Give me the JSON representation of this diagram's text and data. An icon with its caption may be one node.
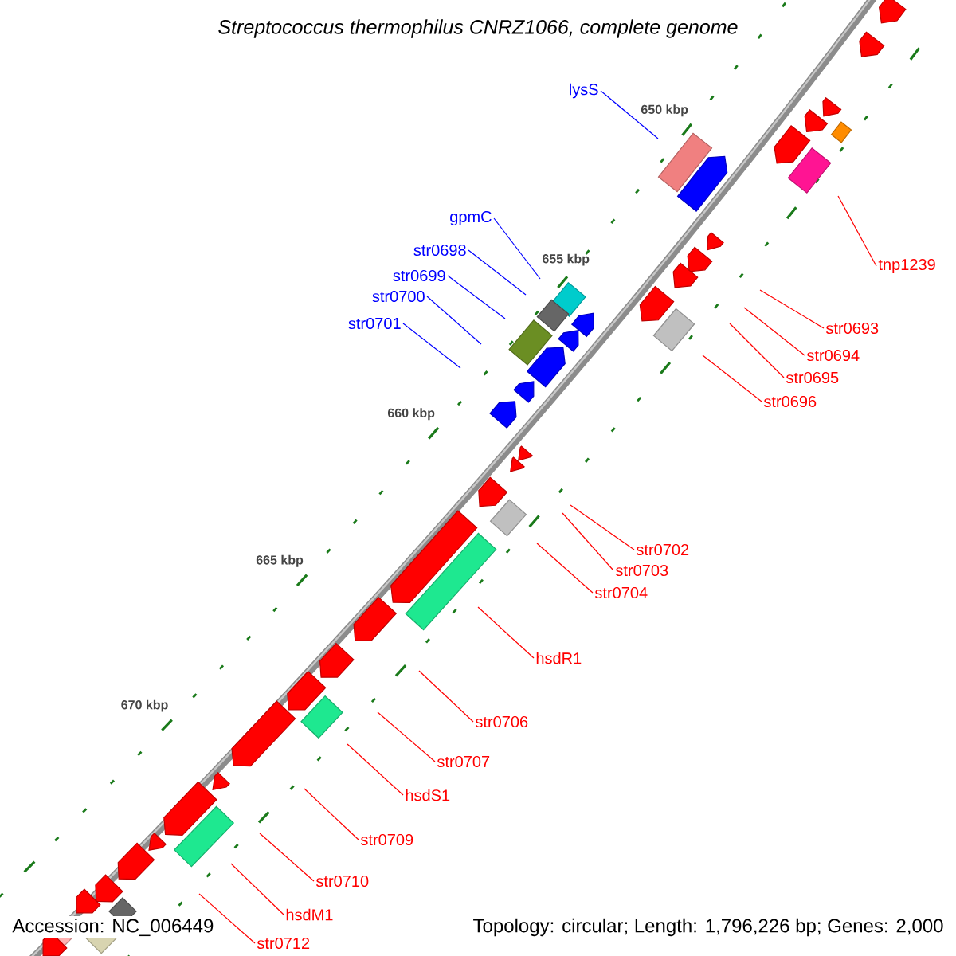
{
  "diagram": {
    "title": "Streptococcus thermophilus CNRZ1066, complete genome",
    "nodes": [
      {
        "text": [
          "lysS"
        ]
      },
      {
        "text": [
          "gpmC"
        ]
      },
      {
        "text": [
          "str0698"
        ]
      },
      {
        "text": [
          "str0699"
        ]
      },
      {
        "text": [
          "str0700"
        ]
      },
      {
        "text": [
          "str0701"
        ]
      },
      {
        "text": [
          "tnp1239"
        ]
      },
      {
        "text": [
          "str0693"
        ]
      },
      {
        "text": [
          "str0694"
        ]
      },
      {
        "text": [
          "str0695"
        ]
      },
      {
        "text": [
          "str0696"
        ]
      },
      {
        "text": [
          "str0702"
        ]
      },
      {
        "text": [
          "str0703"
        ]
      },
      {
        "text": [
          "str0704"
        ]
      },
      {
        "text": [
          "hsdR1"
        ]
      },
      {
        "text": [
          "str0706"
        ]
      },
      {
        "text": [
          "str0707"
        ]
      },
      {
        "text": [
          "hsdS1"
        ]
      },
      {
        "text": [
          "str0709"
        ]
      },
      {
        "text": [
          "str0710"
        ]
      },
      {
        "text": [
          "hsdM1"
        ]
      },
      {
        "text": [
          "str0712"
        ]
      }
    ],
    "edges": [
      {
        "from": 0,
        "to": null,
        "arrow": "none",
        "color": "#0000ff"
      },
      {
        "from": 1,
        "to": null,
        "arrow": "none",
        "color": "#0000ff"
      },
      {
        "from": 2,
        "to": null,
        "arrow": "none",
        "color": "#0000ff"
      },
      {
        "from": 3,
        "to": null,
        "arrow": "none",
        "color": "#0000ff"
      },
      {
        "from": 4,
        "to": null,
        "arrow": "none",
        "color": "#0000ff"
      },
      {
        "from": 5,
        "to": null,
        "arrow": "none",
        "color": "#0000ff"
      },
      {
        "from": 6,
        "to": null,
        "arrow": "none"
      },
      {
        "from": 7,
        "to": null,
        "arrow": "none"
      },
      {
        "from": 8,
        "to": null,
        "arrow": "none"
      },
      {
        "from": 9,
        "to": null,
        "arrow": "none"
      },
      {
        "from": 10,
        "to": null,
        "arrow": "none"
      },
      {
        "from": 11,
        "to": null,
        "arrow": "none"
      },
      {
        "from": 12,
        "to": null,
        "arrow": "none"
      },
      {
        "from": 13,
        "to": null,
        "arrow": "none"
      },
      {
        "from": 14,
        "to": null,
        "arrow": "none"
      },
      {
        "from": 15,
        "to": null,
        "arrow": "none"
      },
      {
        "from": 16,
        "to": null,
        "arrow": "none"
      },
      {
        "from": 17,
        "to": null,
        "arrow": "none"
      },
      {
        "from": 18,
        "to": null,
        "arrow": "none"
      },
      {
        "from": 19,
        "to": null,
        "arrow": "none"
      },
      {
        "from": 20,
        "to": null,
        "arrow": "none"
      },
      {
        "from": 21,
        "to": null,
        "arrow": "none"
      }
    ],
    "labels": [
      "650 kbp",
      "655 kbp",
      "660 kbp",
      "665 kbp",
      "670 kbp",
      "Accession: NC_006449",
      "Topology: circular; Length: 1,796,226 bp; Genes: 2,000"
    ]
  }
}
